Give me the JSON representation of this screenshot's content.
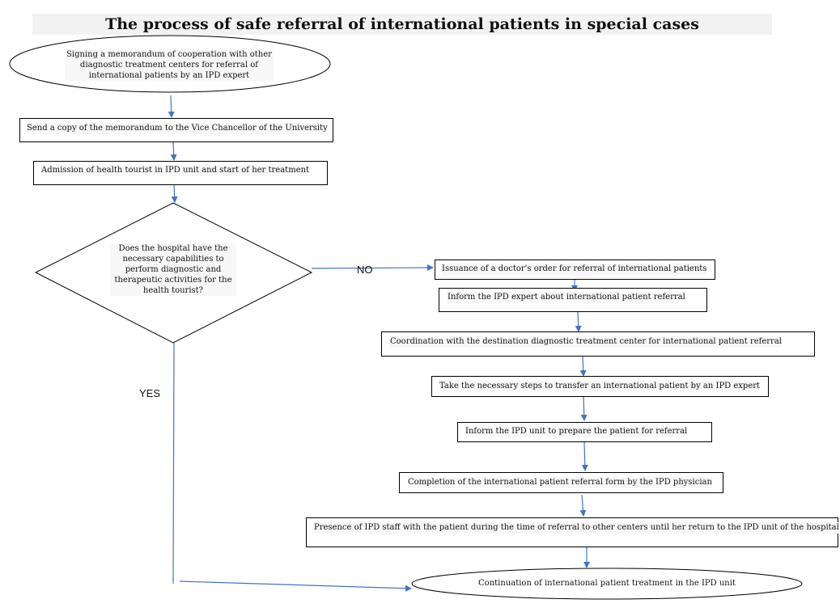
{
  "title": "The process of safe referral of international patients in special cases",
  "colors": {
    "arrow": "#4472c4",
    "border": "#000000"
  },
  "nodes": {
    "start": "Signing a memorandum of cooperation with other diagnostic treatment centers for referral of international patients by an IPD expert",
    "send_copy": "Send a copy of the memorandum to the Vice Chancellor of the University",
    "admission": "Admission of health tourist in IPD unit and start of her treatment",
    "decision": "Does the hospital have the necessary capabilities to perform diagnostic and therapeutic activities for the health tourist?",
    "doctor_order": "Issuance of a doctor's order for referral of international patients",
    "inform_expert": "Inform the IPD expert about international patient referral",
    "coordination": "Coordination with the destination diagnostic treatment center for international patient referral",
    "transfer_steps": "Take the necessary steps to transfer an international patient by an IPD expert",
    "inform_unit": "Inform the IPD unit to prepare the patient for referral",
    "completion_form": "Completion of the international patient referral form by the IPD physician",
    "presence_staff": "Presence of IPD staff with the patient during the time of referral to other centers until her return to the IPD unit of the hospital",
    "end": "Continuation of international patient treatment in the IPD unit"
  },
  "edge_labels": {
    "no": "NO",
    "yes": "YES"
  }
}
